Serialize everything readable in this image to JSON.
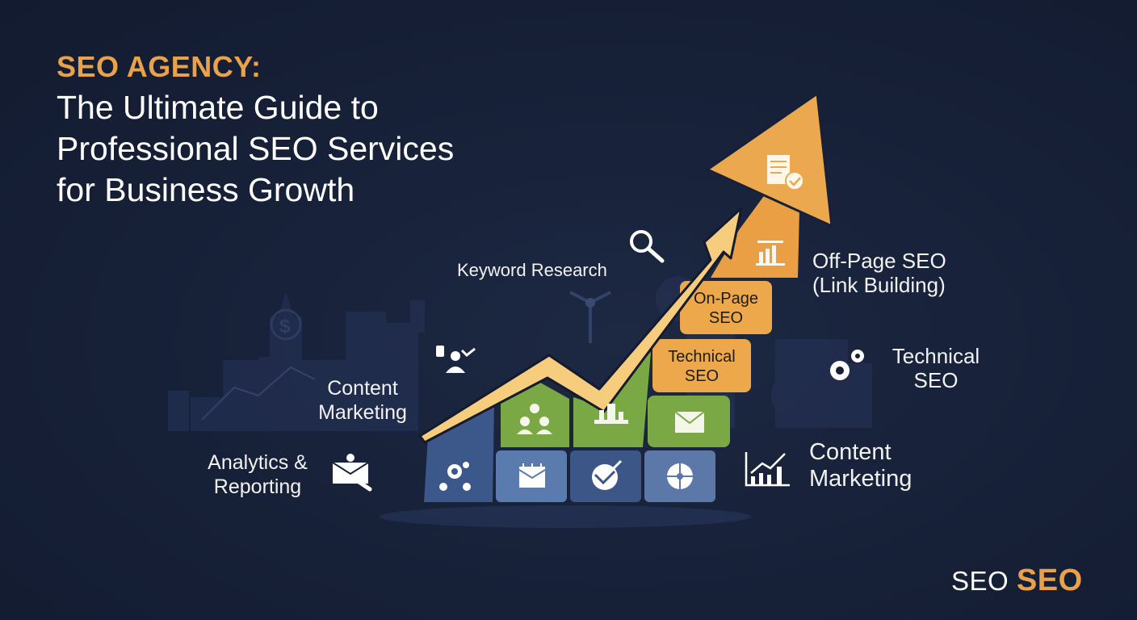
{
  "header": {
    "eyebrow": "SEO AGENCY:",
    "title_lines": [
      "The Ultimate Guide to",
      "Professional SEO Services",
      "for Business Growth"
    ]
  },
  "diagram": {
    "labels": {
      "keyword_research": "Keyword Research",
      "content_marketing_left_1": "Content",
      "content_marketing_left_2": "Marketing",
      "analytics_1": "Analytics &",
      "analytics_2": "Reporting",
      "offpage_1": "Off-Page SEO",
      "offpage_2": "(Link Building)",
      "technical_right_1": "Technical",
      "technical_right_2": "SEO",
      "content_marketing_right_1": "Content",
      "content_marketing_right_2": "Marketing"
    },
    "blocks": {
      "onpage_1": "On-Page",
      "onpage_2": "SEO",
      "technical_1": "Technical",
      "technical_2": "SEO"
    },
    "icons": [
      "search-icon",
      "gears-icon",
      "chart-icon",
      "envelope-icon",
      "team-icon",
      "calendar-mail-icon",
      "edit-check-icon",
      "pie-chart-icon",
      "document-check-icon",
      "bar-chart-icon",
      "analytics-icon"
    ]
  },
  "colors": {
    "background": "#172038",
    "accent_orange": "#e9a24a",
    "arrow_yellow": "#f5c978",
    "green": "#7aa845",
    "blue_block": "#4c6a9a"
  },
  "logo": {
    "part1": "SEO",
    "part2": "SEO"
  }
}
